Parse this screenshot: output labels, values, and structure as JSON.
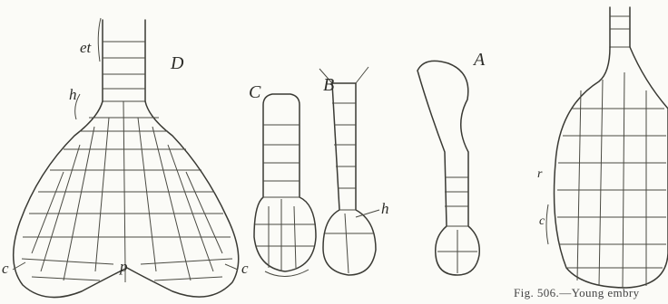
{
  "labels": {
    "et": "et",
    "D": "D",
    "h_D": "h",
    "p": "p",
    "c_left": "c",
    "c_right": "c",
    "C": "C",
    "B": "B",
    "h_B": "h",
    "A": "A",
    "r": "r",
    "c_far": "c"
  },
  "caption": "Fig. 506.—Young embry"
}
